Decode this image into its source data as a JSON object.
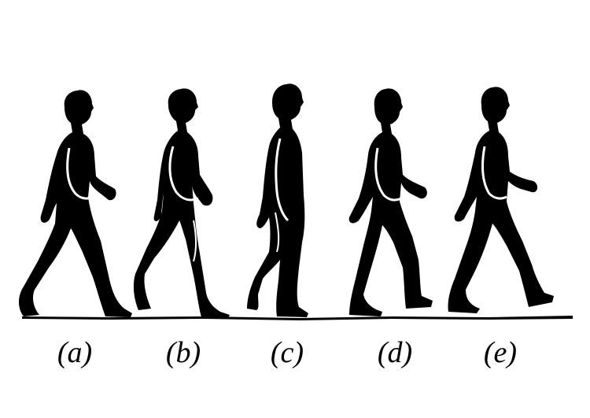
{
  "figure": {
    "colors": {
      "silhouette": "#000000",
      "background": "#ffffff",
      "highlight": "#ffffff"
    },
    "panels": [
      {
        "label": "(a)",
        "pose": "walking-stride-left-foot-forward"
      },
      {
        "label": "(b)",
        "pose": "walking-stride-mid"
      },
      {
        "label": "(c)",
        "pose": "walking-stride-standing"
      },
      {
        "label": "(d)",
        "pose": "walking-stride-right-foot-forward"
      },
      {
        "label": "(e)",
        "pose": "walking-stride-wide"
      }
    ]
  }
}
